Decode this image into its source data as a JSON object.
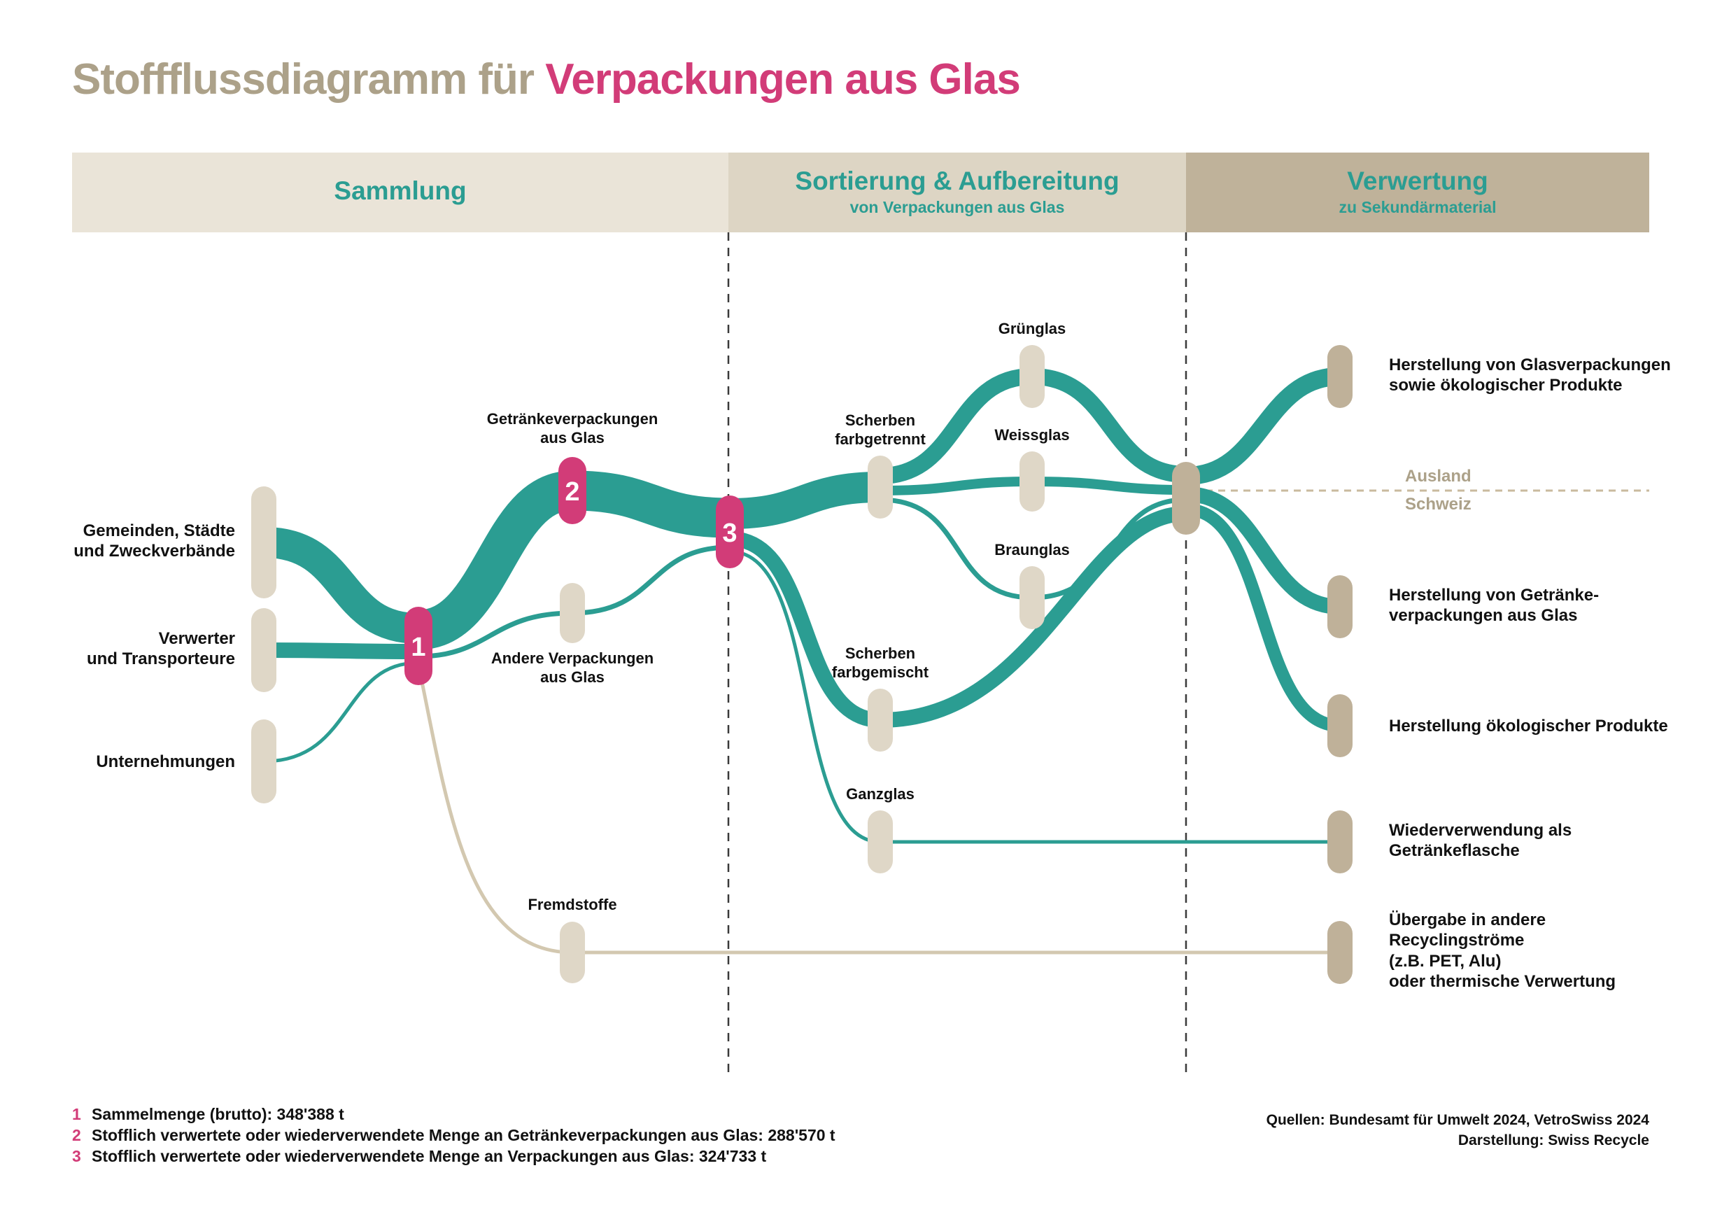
{
  "title": {
    "prefix": "Stoffflussdiagramm für ",
    "highlight": "Verpackungen aus Glas"
  },
  "sections": [
    {
      "label": "Sammlung",
      "sublabel": ""
    },
    {
      "label": "Sortierung & Aufbereitung",
      "sublabel": "von Verpackungen aus Glas"
    },
    {
      "label": "Verwertung",
      "sublabel": "zu Sekundärmaterial"
    }
  ],
  "markers": {
    "m1": "1",
    "m2": "2",
    "m3": "3"
  },
  "labels": {
    "gemeinden": "Gemeinden, Städte\nund Zweckverbände",
    "verwerter": "Verwerter\nund Transporteure",
    "unternehmungen": "Unternehmungen",
    "getraenkeverpackungen": "Getränkeverpackungen\naus Glas",
    "andere_verpackungen": "Andere Verpackungen\naus Glas",
    "fremdstoffe": "Fremdstoffe",
    "scherben_farbgetrennt": "Scherben\nfarbgetrennt",
    "gruenglas": "Grünglas",
    "weissglas": "Weissglas",
    "braunglas": "Braunglas",
    "scherben_farbgemischt": "Scherben\nfarbgemischt",
    "ganzglas": "Ganzglas",
    "ausland": "Ausland",
    "schweiz": "Schweiz"
  },
  "outputs": {
    "glasverpackungen": "Herstellung von Glasverpackungen\nsowie ökologischer Produkte",
    "getraenkeverpackungen": "Herstellung von Getränke-\nverpackungen aus Glas",
    "oekologische_produkte": "Herstellung ökologischer Produkte",
    "wiederverwendung": "Wiederverwendung als\nGetränkeflasche",
    "uebergabe": "Übergabe in andere\nRecyclingströme\n(z.B. PET, Alu)\noder thermische Verwertung"
  },
  "footnotes": [
    {
      "marker": "1",
      "text": "Sammelmenge (brutto): 348'388 t"
    },
    {
      "marker": "2",
      "text": "Stofflich verwertete oder wiederverwendete Menge an Getränkeverpackungen aus Glas: 288'570 t"
    },
    {
      "marker": "3",
      "text": "Stofflich verwertete oder wiederverwendete Menge an Verpackungen aus Glas: 324'733 t"
    }
  ],
  "credits": {
    "sources": "Quellen: Bundesamt für Umwelt 2024, VetroSwiss 2024",
    "design": "Darstellung: Swiss Recycle"
  },
  "colors": {
    "teal": "#2B9D92",
    "pink": "#D23C78",
    "taupe_title": "#ACA189",
    "node_light": "#DFD7C7",
    "node_dark": "#BFB199",
    "flow_beige": "#D3C8B0",
    "band_1": "#EAE4D8",
    "band_2": "#DDD5C4",
    "band_3": "#BFB29A"
  },
  "chart_data": {
    "type": "sankey",
    "title": "Stoffflussdiagramm für Verpackungen aus Glas",
    "stages": [
      "Sammlung",
      "Sortierung & Aufbereitung von Verpackungen aus Glas",
      "Verwertung zu Sekundärmaterial"
    ],
    "nodes": [
      "Gemeinden, Städte und Zweckverbände",
      "Verwerter und Transporteure",
      "Unternehmungen",
      "Sammelmenge (1)",
      "Getränkeverpackungen aus Glas (2)",
      "Andere Verpackungen aus Glas",
      "Fremdstoffe",
      "Verpackungen aus Glas (3)",
      "Scherben farbgetrennt",
      "Scherben farbgemischt",
      "Ganzglas",
      "Grünglas",
      "Weissglas",
      "Braunglas",
      "Verwertung",
      "Herstellung von Glasverpackungen sowie ökologischer Produkte (Ausland)",
      "Herstellung von Getränkeverpackungen aus Glas (Schweiz)",
      "Herstellung ökologischer Produkte (Schweiz)",
      "Wiederverwendung als Getränkeflasche",
      "Übergabe in andere Recyclingströme (z.B. PET, Alu) oder thermische Verwertung"
    ],
    "links": [
      {
        "source": "Gemeinden, Städte und Zweckverbände",
        "target": "Sammelmenge (1)",
        "relative_width": 44,
        "color": "teal"
      },
      {
        "source": "Verwerter und Transporteure",
        "target": "Sammelmenge (1)",
        "relative_width": 22,
        "color": "teal"
      },
      {
        "source": "Unternehmungen",
        "target": "Sammelmenge (1)",
        "relative_width": 5,
        "color": "teal"
      },
      {
        "source": "Sammelmenge (1)",
        "target": "Getränkeverpackungen aus Glas (2)",
        "relative_width": 57,
        "color": "teal"
      },
      {
        "source": "Sammelmenge (1)",
        "target": "Andere Verpackungen aus Glas",
        "relative_width": 7,
        "color": "teal"
      },
      {
        "source": "Sammelmenge (1)",
        "target": "Fremdstoffe",
        "relative_width": 5,
        "color": "beige"
      },
      {
        "source": "Getränkeverpackungen aus Glas (2)",
        "target": "Verpackungen aus Glas (3)",
        "relative_width": 57,
        "color": "teal"
      },
      {
        "source": "Andere Verpackungen aus Glas",
        "target": "Verpackungen aus Glas (3)",
        "relative_width": 7,
        "color": "teal"
      },
      {
        "source": "Verpackungen aus Glas (3)",
        "target": "Scherben farbgetrennt",
        "relative_width": 44,
        "color": "teal"
      },
      {
        "source": "Verpackungen aus Glas (3)",
        "target": "Scherben farbgemischt",
        "relative_width": 22,
        "color": "teal"
      },
      {
        "source": "Verpackungen aus Glas (3)",
        "target": "Ganzglas",
        "relative_width": 5,
        "color": "teal"
      },
      {
        "source": "Scherben farbgetrennt",
        "target": "Grünglas",
        "relative_width": 24,
        "color": "teal"
      },
      {
        "source": "Scherben farbgetrennt",
        "target": "Weissglas",
        "relative_width": 14,
        "color": "teal"
      },
      {
        "source": "Scherben farbgetrennt",
        "target": "Braunglas",
        "relative_width": 7,
        "color": "teal"
      },
      {
        "source": "Grünglas",
        "target": "Verwertung",
        "relative_width": 24,
        "color": "teal"
      },
      {
        "source": "Weissglas",
        "target": "Verwertung",
        "relative_width": 14,
        "color": "teal"
      },
      {
        "source": "Braunglas",
        "target": "Verwertung",
        "relative_width": 7,
        "color": "teal"
      },
      {
        "source": "Scherben farbgemischt",
        "target": "Verwertung",
        "relative_width": 22,
        "color": "teal"
      },
      {
        "source": "Verwertung",
        "target": "Herstellung von Glasverpackungen sowie ökologischer Produkte (Ausland)",
        "relative_width": 26,
        "color": "teal"
      },
      {
        "source": "Verwertung",
        "target": "Herstellung von Getränkeverpackungen aus Glas (Schweiz)",
        "relative_width": 22,
        "color": "teal"
      },
      {
        "source": "Verwertung",
        "target": "Herstellung ökologischer Produkte (Schweiz)",
        "relative_width": 18,
        "color": "teal"
      },
      {
        "source": "Ganzglas",
        "target": "Wiederverwendung als Getränkeflasche",
        "relative_width": 5,
        "color": "teal"
      },
      {
        "source": "Fremdstoffe",
        "target": "Übergabe in andere Recyclingströme (z.B. PET, Alu) oder thermische Verwertung",
        "relative_width": 5,
        "color": "beige"
      }
    ],
    "known_values": [
      {
        "marker": "1",
        "label": "Sammelmenge (brutto)",
        "value": "348'388 t"
      },
      {
        "marker": "2",
        "label": "Stofflich verwertete oder wiederverwendete Menge an Getränkeverpackungen aus Glas",
        "value": "288'570 t"
      },
      {
        "marker": "3",
        "label": "Stofflich verwertete oder wiederverwendete Menge an Verpackungen aus Glas",
        "value": "324'733 t"
      }
    ]
  }
}
